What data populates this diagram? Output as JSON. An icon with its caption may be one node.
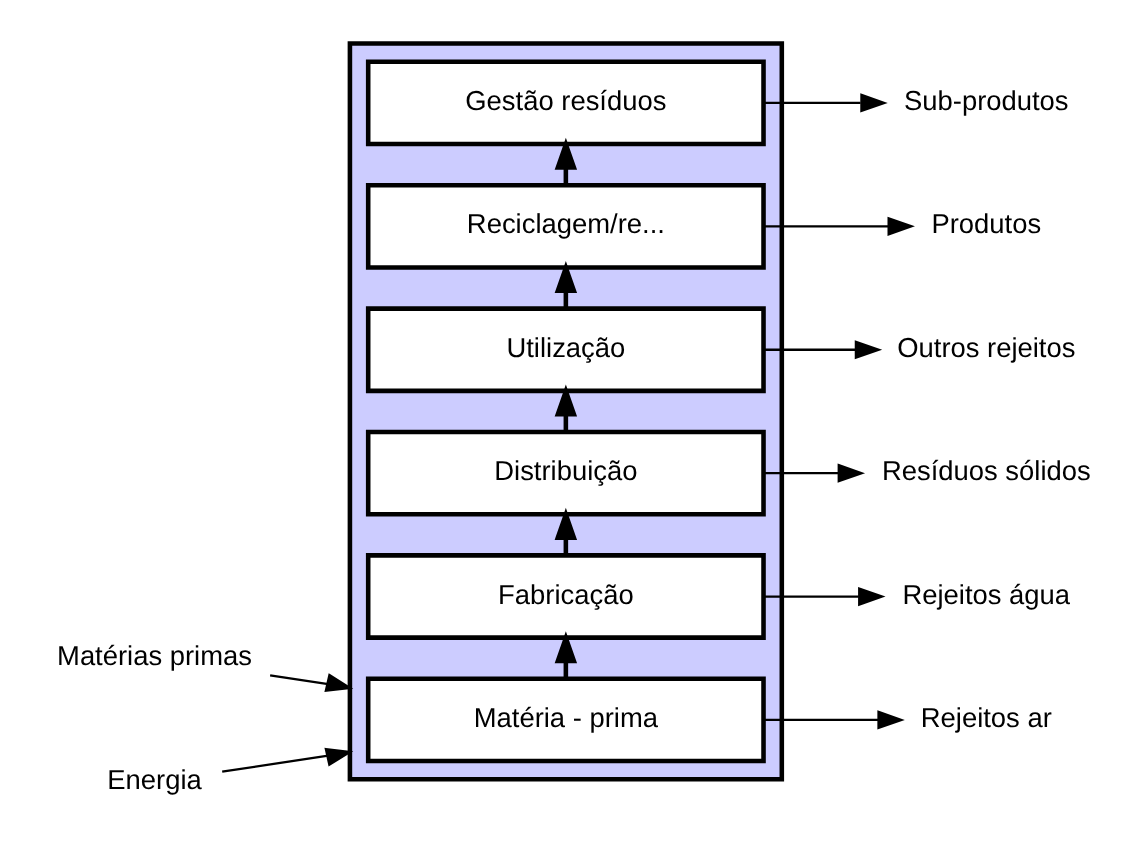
{
  "diagram": {
    "nodes": [
      {
        "text": [],
        "shape": "box"
      },
      {
        "text": [
          "Matéria - prima"
        ],
        "in": 0
      },
      {
        "text": [
          "Fabricação"
        ],
        "in": 0
      },
      {
        "text": [
          "Distribuição"
        ],
        "in": 0
      },
      {
        "text": [
          "Utilização"
        ],
        "in": 0
      },
      {
        "text": [
          "Reciclagem/re..."
        ],
        "in": 0
      },
      {
        "text": [
          "Gestão resíduos"
        ],
        "in": 0
      },
      {
        "text": [
          "Matérias primas"
        ]
      },
      {
        "text": [
          "Energia"
        ]
      },
      {
        "text": [
          "Rejeitos ar"
        ]
      },
      {
        "text": [
          "Rejeitos água"
        ]
      },
      {
        "text": [
          "Resíduos sólidos"
        ]
      },
      {
        "text": [
          "Outros rejeitos"
        ]
      },
      {
        "text": [
          "Produtos"
        ]
      },
      {
        "text": [
          "Sub-produtos"
        ]
      }
    ],
    "edges": [
      {
        "from": 1,
        "to": 2,
        "arrow": "to"
      },
      {
        "from": 2,
        "to": 3,
        "arrow": "to"
      },
      {
        "from": 3,
        "to": 4,
        "arrow": "to"
      },
      {
        "from": 4,
        "to": 5,
        "arrow": "to"
      },
      {
        "from": 5,
        "to": 6,
        "arrow": "to"
      },
      {
        "from": 7,
        "to": 0,
        "arrow": "to"
      },
      {
        "from": 8,
        "to": 0,
        "arrow": "to"
      },
      {
        "from": 1,
        "to": 9,
        "arrow": "to"
      },
      {
        "from": 2,
        "to": 10,
        "arrow": "to"
      },
      {
        "from": 3,
        "to": 11,
        "arrow": "to"
      },
      {
        "from": 4,
        "to": 12,
        "arrow": "to"
      },
      {
        "from": 5,
        "to": 13,
        "arrow": "to"
      },
      {
        "from": 6,
        "to": 14,
        "arrow": "to"
      }
    ]
  }
}
